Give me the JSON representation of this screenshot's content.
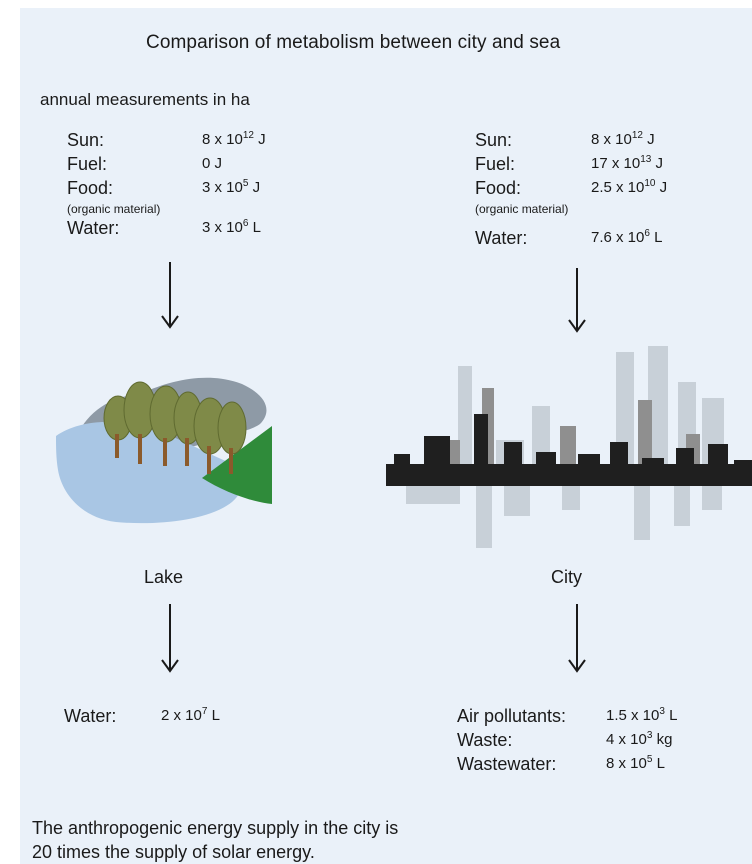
{
  "title": "Comparison of metabolism between city and sea",
  "subtitle": "annual measurements in ha",
  "lake": {
    "inputs": [
      {
        "label": "Sun:",
        "mantissa": "8 x 10",
        "exponent": "12",
        "unit": " J"
      },
      {
        "label": "Fuel:",
        "mantissa": "0 J",
        "exponent": "",
        "unit": ""
      },
      {
        "label": "Food:",
        "mantissa": "3 x 10",
        "exponent": "5",
        "unit": " J"
      },
      {
        "label": "Water:",
        "mantissa": "3 x 10",
        "exponent": "6",
        "unit": " L"
      }
    ],
    "food_note": "(organic material)",
    "caption": "Lake",
    "outputs": [
      {
        "label": "Water:",
        "mantissa": "2 x 10",
        "exponent": "7",
        "unit": " L"
      }
    ]
  },
  "city": {
    "inputs": [
      {
        "label": "Sun:",
        "mantissa": "8 x 10",
        "exponent": "12",
        "unit": " J"
      },
      {
        "label": "Fuel:",
        "mantissa": "17 x 10",
        "exponent": "13",
        "unit": " J"
      },
      {
        "label": "Food:",
        "mantissa": "2.5 x 10",
        "exponent": "10",
        "unit": " J"
      },
      {
        "label": "Water:",
        "mantissa": "7.6 x 10",
        "exponent": "6",
        "unit": " L"
      }
    ],
    "food_note": "(organic material)",
    "caption": "City",
    "outputs": [
      {
        "label": "Air pollutants:",
        "mantissa": "1.5 x 10",
        "exponent": "3",
        "unit": " L"
      },
      {
        "label": "Waste:",
        "mantissa": "4 x 10",
        "exponent": "3",
        "unit": " kg"
      },
      {
        "label": "Wastewater:",
        "mantissa": "8 x 10",
        "exponent": "5",
        "unit": " L"
      }
    ]
  },
  "footnote_lines": [
    "The anthropogenic energy supply in the city is",
    "20 times the supply of solar energy."
  ],
  "colors": {
    "panel_background": "#eaf1f9",
    "lake_water": "#a9c6e4",
    "hill_grey": "#8e9aa6",
    "tree_green": "#7f8a48",
    "tree_trunk": "#8b5a2b",
    "grass_green": "#2f8b3a",
    "city_dark": "#1f1f1f",
    "city_mid": "#8f8f8f",
    "city_light": "#c8d0d8"
  }
}
